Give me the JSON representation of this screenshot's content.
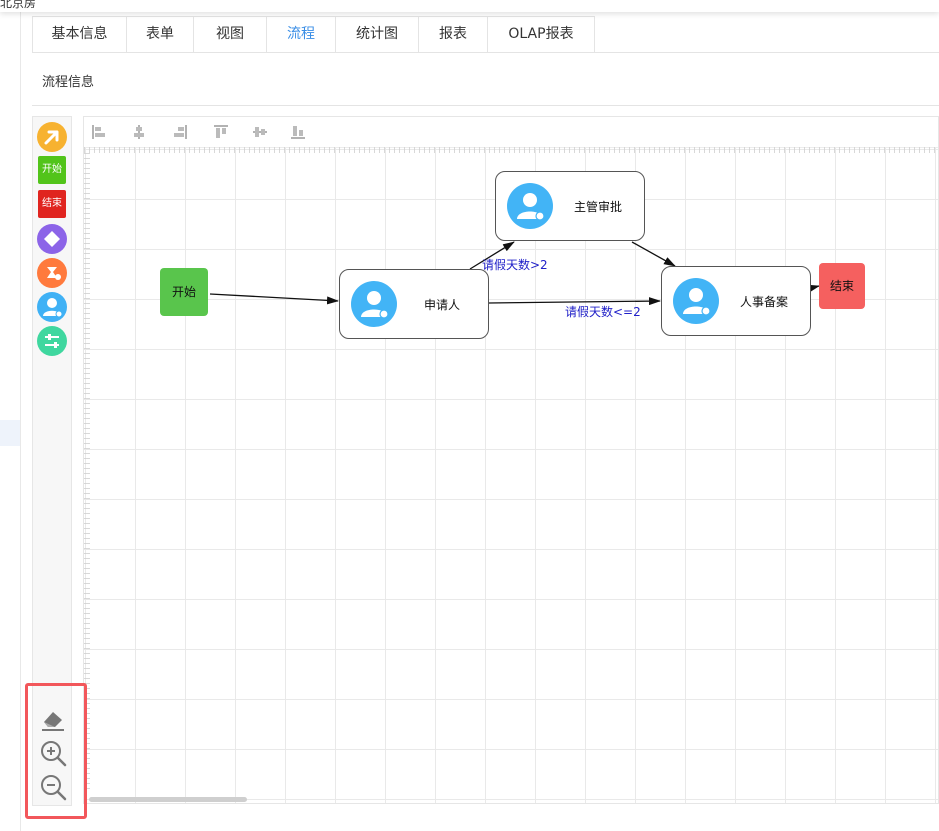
{
  "app": {
    "title_clip": "北京房"
  },
  "tabs": [
    {
      "label": "基本信息",
      "active": false
    },
    {
      "label": "表单",
      "active": false
    },
    {
      "label": "视图",
      "active": false
    },
    {
      "label": "流程",
      "active": true
    },
    {
      "label": "统计图",
      "active": false
    },
    {
      "label": "报表",
      "active": false
    },
    {
      "label": "OLAP报表",
      "active": false
    }
  ],
  "section": {
    "title": "流程信息"
  },
  "palette": {
    "items": [
      {
        "name": "connect-tool-icon",
        "color": "#f7b230"
      },
      {
        "name": "start-node-tool",
        "label": "开始",
        "color": "#52c41a"
      },
      {
        "name": "end-node-tool",
        "label": "结束",
        "color": "#e0241f"
      },
      {
        "name": "gateway-diamond-icon",
        "color": "#8c64e8"
      },
      {
        "name": "subprocess-icon",
        "color": "#ff7a3d"
      },
      {
        "name": "user-task-icon",
        "color": "#3fb1f5"
      },
      {
        "name": "settings-sliders-icon",
        "color": "#3fd79f"
      }
    ]
  },
  "toolbar": {
    "icons": [
      "align-left-icon",
      "align-center-icon",
      "align-right-icon",
      "align-top-icon",
      "align-middle-icon",
      "align-bottom-icon"
    ]
  },
  "flow": {
    "start": {
      "label": "开始",
      "color": "#59c54c"
    },
    "end": {
      "label": "结束",
      "color": "#f5605f"
    },
    "tasks": {
      "applicant": {
        "label": "申请人"
      },
      "supervisor": {
        "label": "主管审批"
      },
      "hr": {
        "label": "人事备案"
      }
    },
    "conditions": {
      "gt2": "请假天数>2",
      "le2": "请假天数<=2"
    },
    "colors": {
      "avatar": "#42b4f6",
      "condition_text": "#2020c8",
      "edge": "#111111"
    }
  },
  "zoom_controls": [
    "eraser-icon",
    "zoom-in-icon",
    "zoom-out-icon"
  ],
  "highlight_color": "#f2575b"
}
